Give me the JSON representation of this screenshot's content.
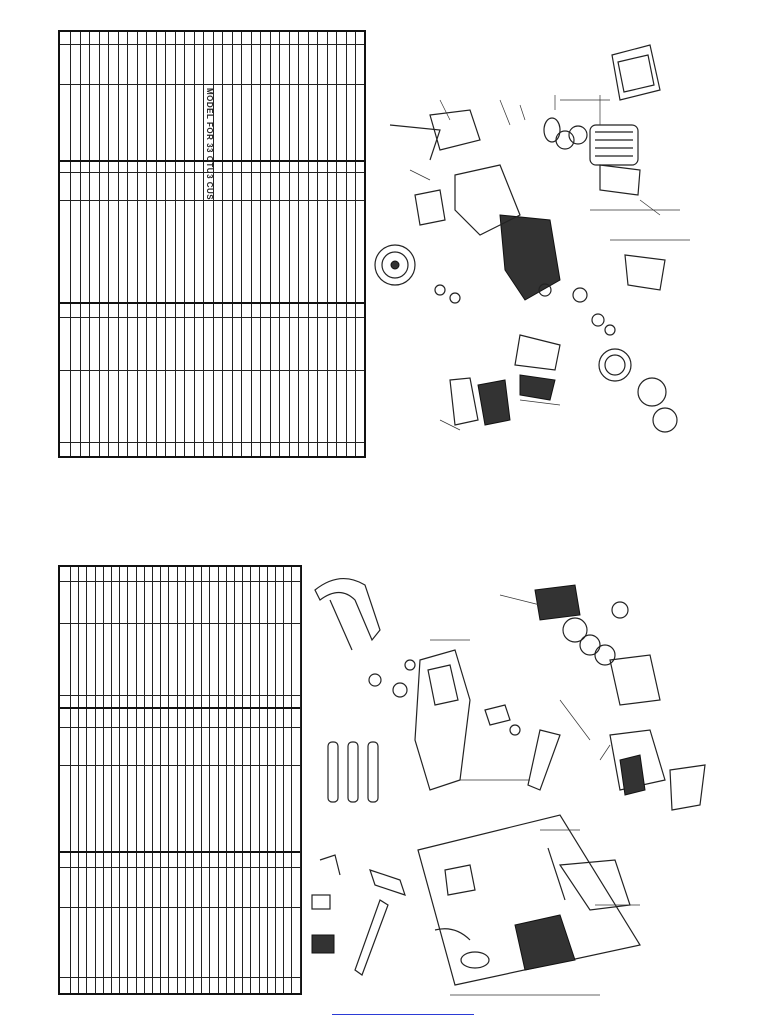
{
  "page": {
    "link_text": ""
  },
  "top_sheet": {
    "model_label": "MODEL FOR 33 OTU3 CUS",
    "diagram": "engine-exploded-view"
  },
  "bottom_sheet": {
    "diagram": "chassis-exploded-view"
  },
  "colors": {
    "ink": "#111111",
    "link": "#2b3bd6",
    "paper": "#ffffff"
  }
}
